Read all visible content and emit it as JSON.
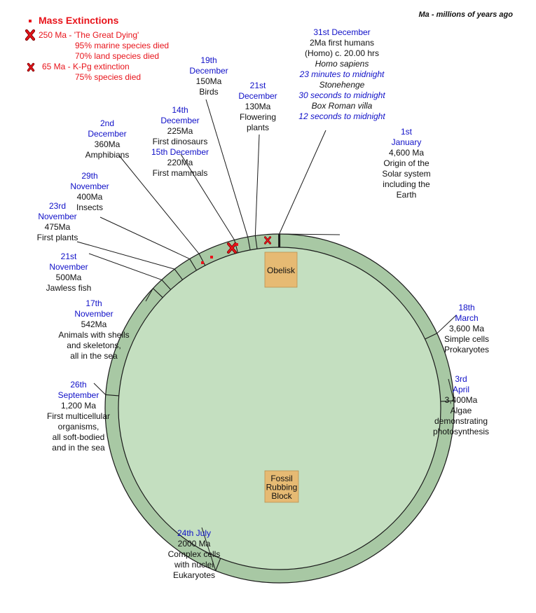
{
  "legend": {
    "title": "Mass Extinctions",
    "great_dying": {
      "label": "250 Ma - 'The Great Dying'",
      "line2": "95% marine species died",
      "line3": "70% land species died"
    },
    "kpg": {
      "label": "65 Ma - K-Pg extinction",
      "line2": "75% species died"
    }
  },
  "units_note": "Ma - millions of years ago",
  "colors": {
    "ring": "#a8c8a4",
    "inner": "#c4dfc0",
    "stroke": "#1a1a1a",
    "date": "#1010c8",
    "text": "#111111",
    "extinction": "#e8141b",
    "box": "#e6ba73"
  },
  "boxes": {
    "obelisk": [
      "Obelisk"
    ],
    "fossil": [
      "Fossil",
      "Rubbing",
      "Block"
    ]
  },
  "events": [
    {
      "id": "jan1",
      "lines": [
        {
          "t": "1st",
          "c": "d"
        },
        {
          "t": "January",
          "c": "d"
        },
        {
          "t": "4,600 Ma",
          "c": "k"
        },
        {
          "t": "Origin of the",
          "c": "k"
        },
        {
          "t": "Solar system",
          "c": "k"
        },
        {
          "t": "including the",
          "c": "k"
        },
        {
          "t": "Earth",
          "c": "k"
        }
      ]
    },
    {
      "id": "mar18",
      "lines": [
        {
          "t": "18th",
          "c": "d"
        },
        {
          "t": "March",
          "c": "d"
        },
        {
          "t": "3,600 Ma",
          "c": "k"
        },
        {
          "t": "Simple cells",
          "c": "k"
        },
        {
          "t": "Prokaryotes",
          "c": "k"
        }
      ]
    },
    {
      "id": "apr3",
      "lines": [
        {
          "t": "3rd",
          "c": "d"
        },
        {
          "t": "April",
          "c": "d"
        },
        {
          "t": "3,400Ma",
          "c": "k"
        },
        {
          "t": "Algae",
          "c": "k"
        },
        {
          "t": "demonstrating",
          "c": "k"
        },
        {
          "t": "photosynthesis",
          "c": "k"
        }
      ]
    },
    {
      "id": "jul24",
      "lines": [
        {
          "t": "24th July",
          "c": "d"
        },
        {
          "t": "2000 Ma",
          "c": "k"
        },
        {
          "t": "Complex cells",
          "c": "k"
        },
        {
          "t": "with nuclei",
          "c": "k"
        },
        {
          "t": "Eukaryotes",
          "c": "k"
        }
      ]
    },
    {
      "id": "sep26",
      "lines": [
        {
          "t": "26th",
          "c": "d"
        },
        {
          "t": "September",
          "c": "d"
        },
        {
          "t": "1,200 Ma",
          "c": "k"
        },
        {
          "t": "First multicellular",
          "c": "k"
        },
        {
          "t": "organisms,",
          "c": "k"
        },
        {
          "t": "all soft-bodied",
          "c": "k"
        },
        {
          "t": "and in the sea",
          "c": "k"
        }
      ]
    },
    {
      "id": "nov17",
      "lines": [
        {
          "t": "17th",
          "c": "d"
        },
        {
          "t": "November",
          "c": "d"
        },
        {
          "t": "542Ma",
          "c": "k"
        },
        {
          "t": "Animals with shells",
          "c": "k"
        },
        {
          "t": "and skeletons,",
          "c": "k"
        },
        {
          "t": "all in the sea",
          "c": "k"
        }
      ]
    },
    {
      "id": "nov21",
      "lines": [
        {
          "t": "21st",
          "c": "d"
        },
        {
          "t": "November",
          "c": "d"
        },
        {
          "t": "500Ma",
          "c": "k"
        },
        {
          "t": "Jawless fish",
          "c": "k"
        }
      ]
    },
    {
      "id": "nov23",
      "lines": [
        {
          "t": "23rd",
          "c": "d"
        },
        {
          "t": "November",
          "c": "d"
        },
        {
          "t": "475Ma",
          "c": "k"
        },
        {
          "t": "First plants",
          "c": "k"
        }
      ]
    },
    {
      "id": "nov29",
      "lines": [
        {
          "t": "29th",
          "c": "d"
        },
        {
          "t": "November",
          "c": "d"
        },
        {
          "t": "400Ma",
          "c": "k"
        },
        {
          "t": "Insects",
          "c": "k"
        }
      ]
    },
    {
      "id": "dec2",
      "lines": [
        {
          "t": "2nd",
          "c": "d"
        },
        {
          "t": "December",
          "c": "d"
        },
        {
          "t": "360Ma",
          "c": "k"
        },
        {
          "t": "Amphibians",
          "c": "k"
        }
      ]
    },
    {
      "id": "dec14",
      "lines": [
        {
          "t": "14th",
          "c": "d"
        },
        {
          "t": "December",
          "c": "d"
        },
        {
          "t": "225Ma",
          "c": "k"
        },
        {
          "t": "First dinosaurs",
          "c": "k"
        },
        {
          "t": "15th December",
          "c": "d"
        },
        {
          "t": "220Ma",
          "c": "k"
        },
        {
          "t": "First mammals",
          "c": "k"
        }
      ]
    },
    {
      "id": "dec19",
      "lines": [
        {
          "t": "19th",
          "c": "d"
        },
        {
          "t": "December",
          "c": "d"
        },
        {
          "t": "150Ma",
          "c": "k"
        },
        {
          "t": "Birds",
          "c": "k"
        }
      ]
    },
    {
      "id": "dec21",
      "lines": [
        {
          "t": "21st",
          "c": "d"
        },
        {
          "t": "December",
          "c": "d"
        },
        {
          "t": "130Ma",
          "c": "k"
        },
        {
          "t": "Flowering",
          "c": "k"
        },
        {
          "t": "plants",
          "c": "k"
        }
      ]
    },
    {
      "id": "dec31",
      "lines": [
        {
          "t": "31st December",
          "c": "d"
        },
        {
          "t": "2Ma first humans",
          "c": "k"
        },
        {
          "t": "(Homo) c. 20.00 hrs",
          "c": "k"
        },
        {
          "t": "Homo sapiens",
          "c": "ki"
        },
        {
          "t": "23 minutes to midnight",
          "c": "di"
        },
        {
          "t": "Stonehenge",
          "c": "ki"
        },
        {
          "t": "30 seconds to midnight",
          "c": "di"
        },
        {
          "t": "Box Roman villa",
          "c": "ki"
        },
        {
          "t": "12 seconds to midnight",
          "c": "di"
        }
      ]
    }
  ]
}
